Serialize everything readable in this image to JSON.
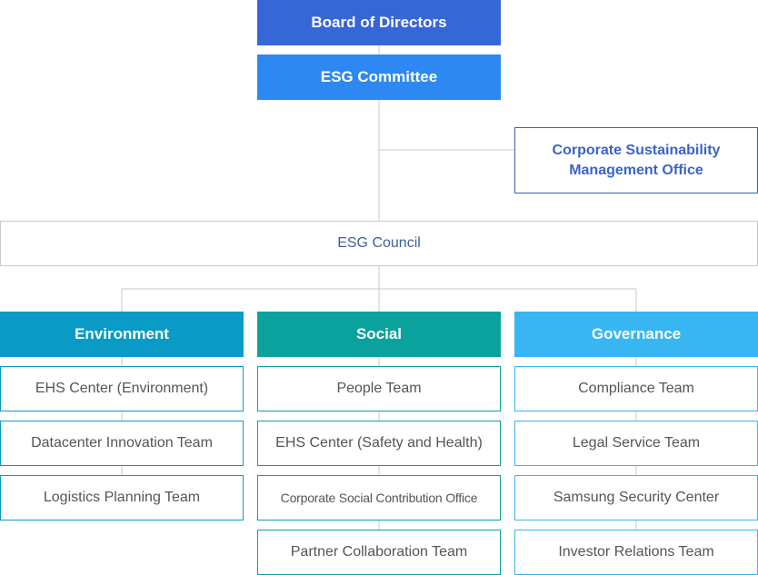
{
  "board": "Board of Directors",
  "committee": "ESG Committee",
  "office": [
    "Corporate Sustainability",
    "Management Office"
  ],
  "council": "ESG Council",
  "pillars": [
    {
      "name": "Environment",
      "color": "#0a9ac6",
      "teams": [
        "EHS Center (Environment)",
        "Datacenter Innovation Team",
        "Logistics Planning Team"
      ]
    },
    {
      "name": "Social",
      "color": "#0ba29d",
      "teams": [
        "People Team",
        "EHS Center (Safety and Health)",
        "Corporate Social Contribution Office",
        "Partner Collaboration Team"
      ]
    },
    {
      "name": "Governance",
      "color": "#38b6f2",
      "teams": [
        "Compliance Team",
        "Legal Service Team",
        "Samsung Security Center",
        "Investor Relations Team"
      ]
    }
  ],
  "colors": {
    "board": "#3766d6",
    "committee": "#2d88f1",
    "office_text": "#3b63c8",
    "council_text": "#3e5f9c",
    "connector": "#c9c9c9"
  }
}
